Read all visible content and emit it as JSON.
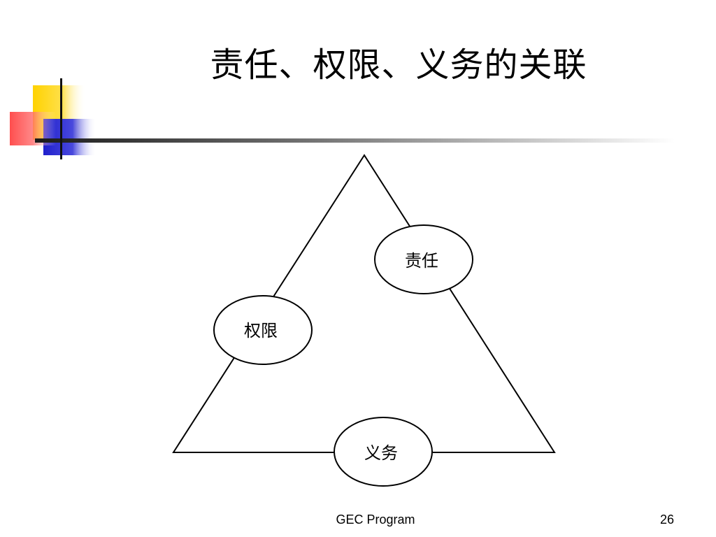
{
  "slide": {
    "title": "责任、权限、义务的关联",
    "footer_text": "GEC Program",
    "page_number": "26"
  },
  "theme": {
    "accent_yellow": "#ffd200",
    "accent_blue": "#2828cc",
    "accent_red": "#ff4040",
    "rule_color": "#1a1a1a"
  },
  "diagram": {
    "nodes": {
      "responsibility": "责任",
      "authority": "权限",
      "obligation": "义务"
    }
  }
}
